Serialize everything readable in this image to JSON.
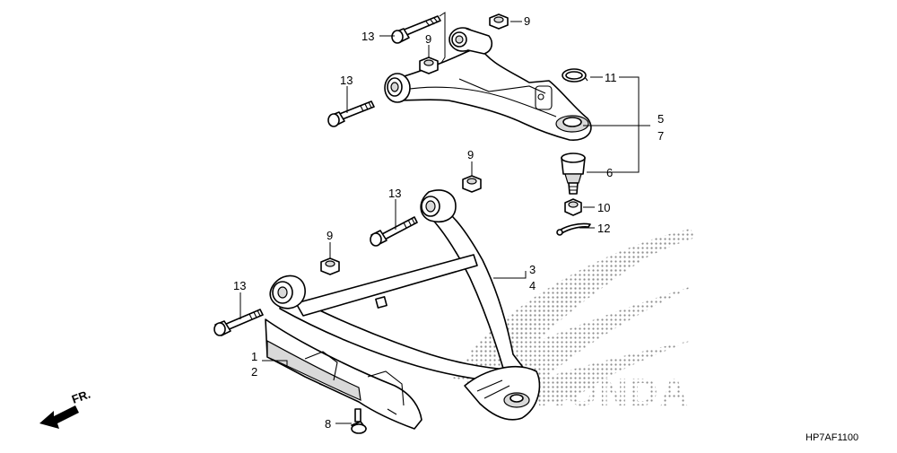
{
  "callouts": {
    "c13a": "13",
    "c9a": "9",
    "c9b": "9",
    "c13b": "13",
    "c11": "11",
    "c5": "5",
    "c7": "7",
    "c6": "6",
    "c9c": "9",
    "c13c": "13",
    "c10": "10",
    "c12": "12",
    "c9d": "9",
    "c3": "3",
    "c4": "4",
    "c13d": "13",
    "c1": "1",
    "c2": "2",
    "c8": "8"
  },
  "front_label": "FR.",
  "logo_text": "HONDA",
  "diagram_code": "HP7AF1100"
}
